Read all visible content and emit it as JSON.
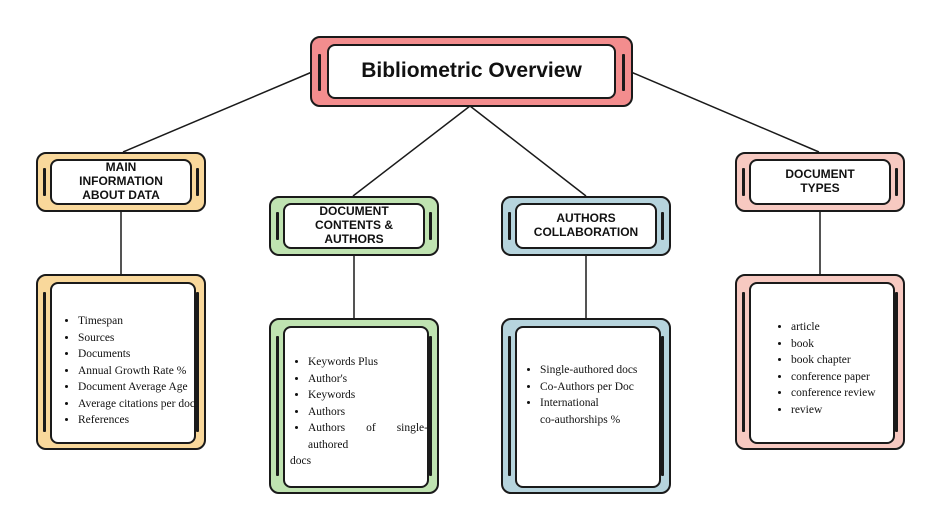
{
  "root": {
    "title": "Bibliometric Overview"
  },
  "branches": [
    {
      "heading_lines": [
        "MAIN",
        "INFORMATION",
        "ABOUT DATA"
      ],
      "color": "#f9d89b",
      "items": [
        "Timespan",
        "Sources",
        "Documents",
        "Annual Growth Rate %",
        "Document Average Age",
        "Average citations per doc",
        "References"
      ]
    },
    {
      "heading_lines": [
        "DOCUMENT",
        "CONTENTS &",
        "AUTHORS"
      ],
      "color": "#bfe3b1",
      "items": [
        "Keywords Plus",
        "Author's",
        "Keywords",
        "Authors"
      ],
      "last_item": {
        "words": [
          "Authors",
          "of",
          "single-"
        ],
        "cont": "authored",
        "tail": "docs"
      }
    },
    {
      "heading_lines": [
        "AUTHORS",
        "COLLABORATION"
      ],
      "color": "#b6d4dd",
      "items": [
        "Single-authored docs",
        "Co-Authors per Doc",
        "International"
      ],
      "continuation": "co-authorships %"
    },
    {
      "heading_lines": [
        "DOCUMENT",
        "TYPES"
      ],
      "color": "#f7c9c1",
      "items": [
        "article",
        "book",
        "book chapter",
        "conference paper",
        "conference review",
        "review"
      ]
    }
  ],
  "colors": {
    "root": "#f38d8e",
    "stroke": "#1a1a1a"
  }
}
